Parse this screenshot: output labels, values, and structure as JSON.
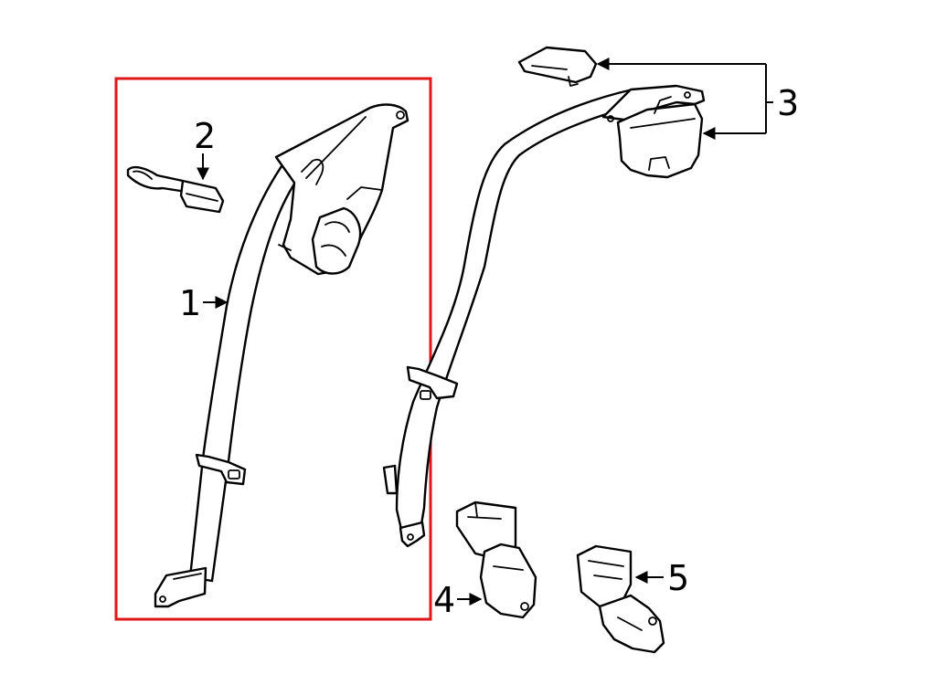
{
  "callouts": {
    "part_1": "1",
    "part_2": "2",
    "part_3": "3",
    "part_4": "4",
    "part_5": "5"
  },
  "highlight": {
    "color": "#e0161b"
  },
  "parts": [
    {
      "callout": "1",
      "icon": "left-rear-seat-belt-assembly-icon"
    },
    {
      "callout": "2",
      "icon": "seat-belt-buckle-latch-icon"
    },
    {
      "callout": "3",
      "icon": "right-rear-seat-belt-retractor-and-cover-icon"
    },
    {
      "callout": "4",
      "icon": "center-buckle-assembly-icon"
    },
    {
      "callout": "5",
      "icon": "right-buckle-assembly-icon"
    }
  ]
}
